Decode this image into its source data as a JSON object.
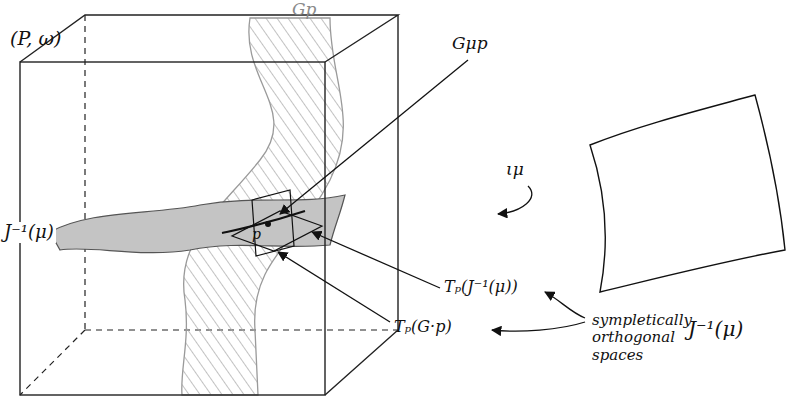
{
  "diagram": {
    "labels": [
      "(P, ω)",
      "Gp",
      "Gμp",
      "J⁻¹(μ)",
      "p",
      "ιμ",
      "J⁻¹(μ)",
      "Tₚ(J⁻¹(μ))",
      "Tₚ(G·p)",
      "sympletically orthogonal spaces"
    ]
  }
}
